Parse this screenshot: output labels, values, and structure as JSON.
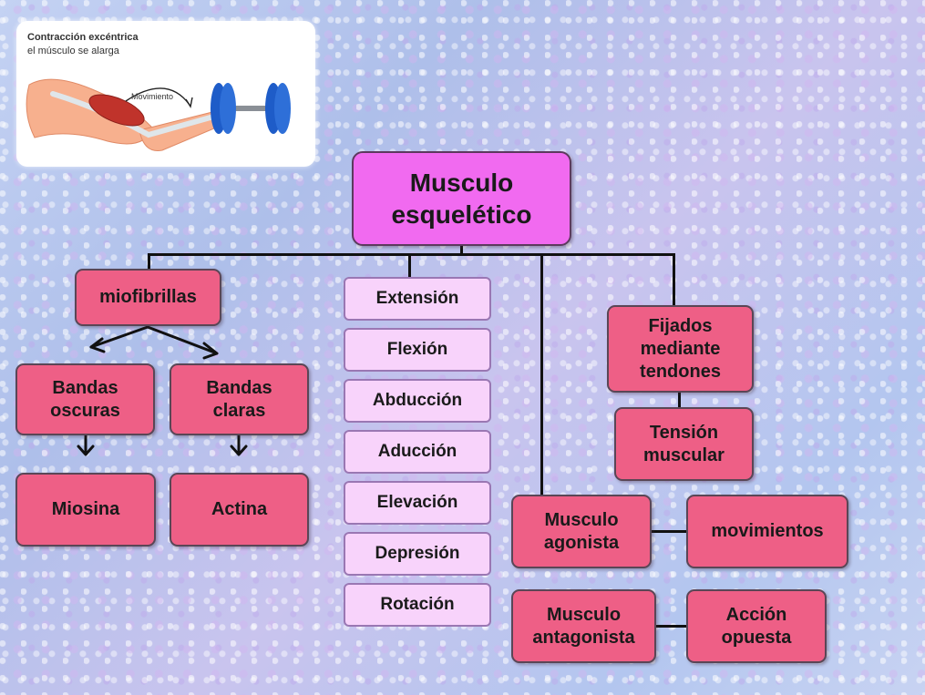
{
  "illustration": {
    "title": "Contracción excéntrica",
    "subtitle": "el músculo se alarga",
    "movement_label": "Movimiento"
  },
  "root": {
    "line1": "Musculo",
    "line2": "esquelético"
  },
  "miofibrillas": {
    "label": "miofibrillas",
    "oscuras": {
      "line1": "Bandas",
      "line2": "oscuras"
    },
    "claras": {
      "line1": "Bandas",
      "line2": "claras"
    },
    "miosina": "Miosina",
    "actina": "Actina"
  },
  "movements": [
    "Extensión",
    "Flexión",
    "Abducción",
    "Aducción",
    "Elevación",
    "Depresión",
    "Rotación"
  ],
  "fijados": {
    "line1": "Fijados",
    "line2": "mediante",
    "line3": "tendones"
  },
  "tension": {
    "line1": "Tensión",
    "line2": "muscular"
  },
  "agonista": {
    "line1": "Musculo",
    "line2": "agonista",
    "related": "movimientos"
  },
  "antagonista": {
    "line1": "Musculo",
    "line2": "antagonista",
    "related_line1": "Acción",
    "related_line2": "opuesta"
  },
  "colors": {
    "pink_box": "#ee5f86",
    "root_box": "#f16af0",
    "lilac_box": "#f8d3fb"
  }
}
